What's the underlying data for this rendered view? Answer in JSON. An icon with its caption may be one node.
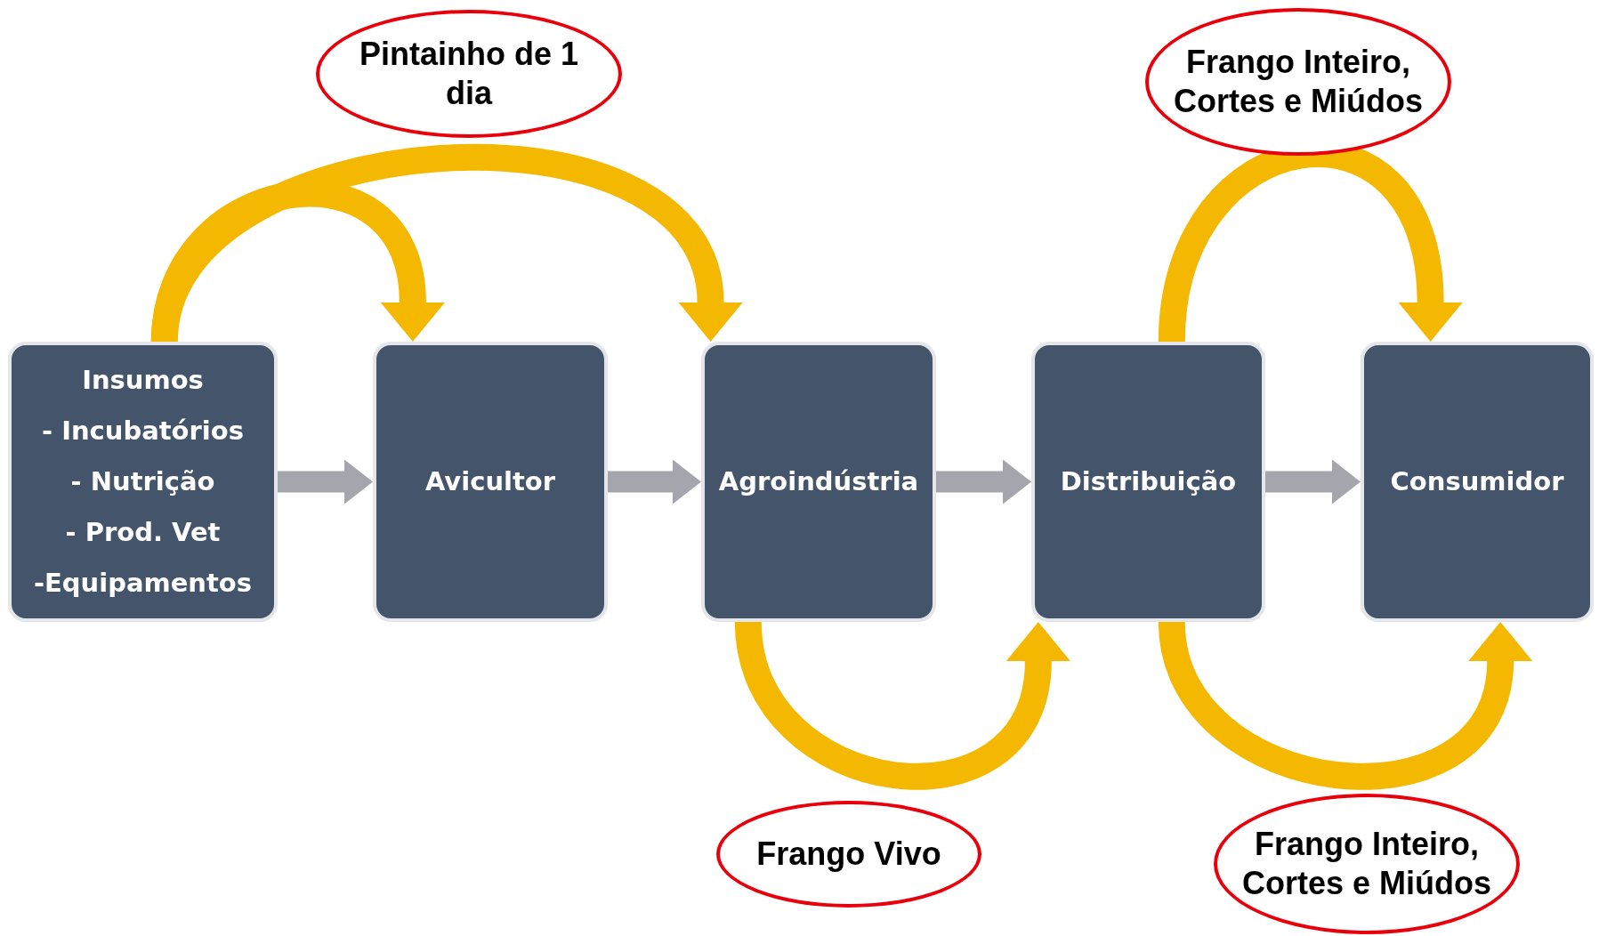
{
  "diagram": {
    "nodes": [
      {
        "text": [
          "Insumos",
          "- Incubatórios",
          "- Nutrição",
          "- Prod. Vet",
          "-Equipamentos"
        ]
      },
      {
        "text": [
          "Avicultor"
        ]
      },
      {
        "text": [
          "Agroindústria"
        ]
      },
      {
        "text": [
          "Distribuição"
        ]
      },
      {
        "text": [
          "Consumidor"
        ]
      },
      {
        "text": [
          "Pintainho de 1 dia"
        ]
      },
      {
        "text": [
          "Frango Inteiro, Cortes e Miúdos"
        ]
      },
      {
        "text": [
          "Frango Vivo"
        ]
      },
      {
        "text": [
          "Frango Inteiro, Cortes e Miúdos"
        ]
      }
    ],
    "edges": [
      {
        "from": 0,
        "to": 1,
        "arrow": "to",
        "color": "#a5a5ad"
      },
      {
        "from": 1,
        "to": 2,
        "arrow": "to",
        "color": "#a5a5ad"
      },
      {
        "from": 2,
        "to": 3,
        "arrow": "to",
        "color": "#a5a5ad"
      },
      {
        "from": 3,
        "to": 4,
        "arrow": "to",
        "color": "#a5a5ad"
      },
      {
        "from": 0,
        "to": 1,
        "arrow": "to"
      },
      {
        "from": 0,
        "to": 2,
        "arrow": "to"
      },
      {
        "from": 2,
        "to": 3,
        "arrow": "to"
      },
      {
        "from": 3,
        "to": 4,
        "arrow": "to"
      },
      {
        "from": 3,
        "to": 4,
        "arrow": "to"
      }
    ]
  }
}
